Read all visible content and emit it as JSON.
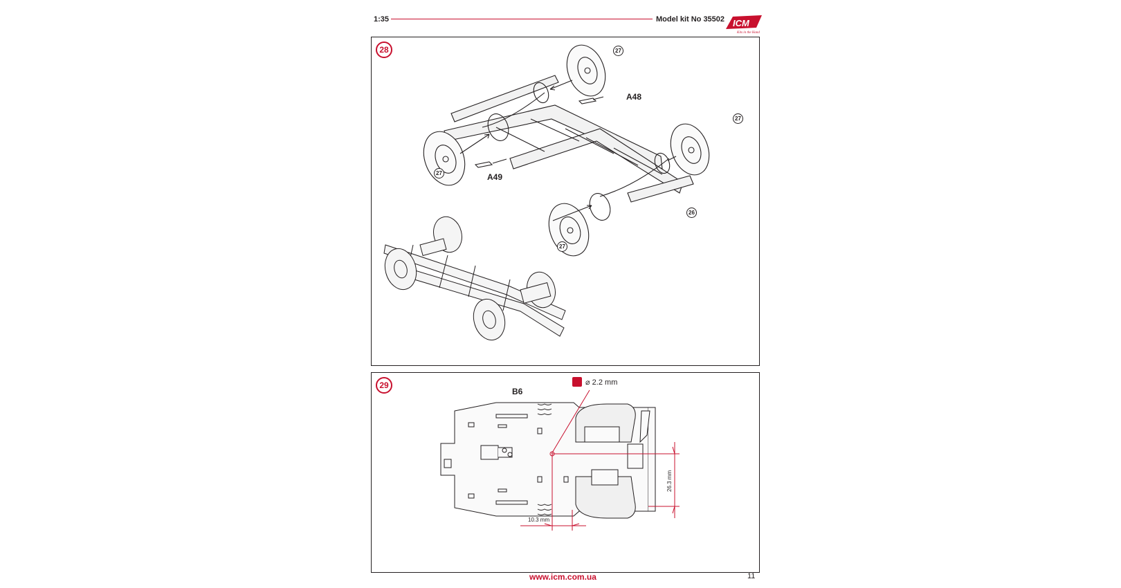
{
  "header": {
    "scale": "1:35",
    "model_kit": "Model kit No 35502",
    "logo_text": "ICM",
    "logo_tagline": "Kits in the Hand"
  },
  "step28": {
    "number": "28",
    "labels": {
      "a48": "A48",
      "a49": "A49"
    },
    "callouts": [
      "27",
      "27",
      "27",
      "27",
      "26"
    ]
  },
  "step29": {
    "number": "29",
    "part": "B6",
    "drill": "⌀ 2.2 mm",
    "dim_horizontal": "10.3 mm",
    "dim_vertical": "26.3 mm"
  },
  "footer": {
    "url": "www.icm.com.ua",
    "page": "11"
  },
  "colors": {
    "accent": "#c8102e",
    "ink": "#231f20"
  }
}
